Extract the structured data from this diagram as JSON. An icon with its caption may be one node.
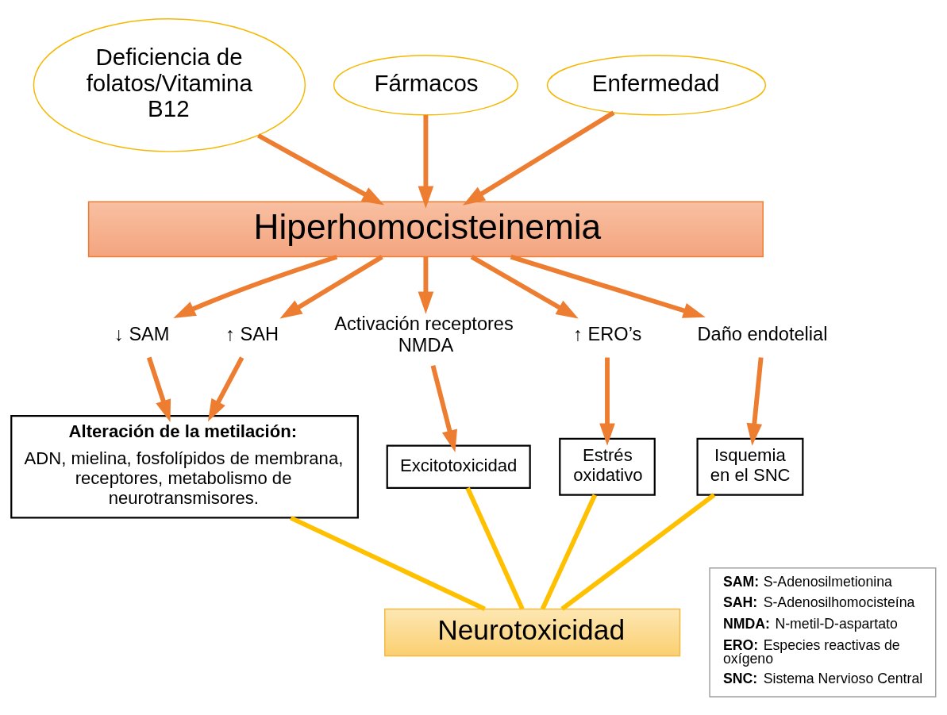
{
  "diagram": {
    "nodes": [
      {
        "text": [
          "Deficiencia de folatos/Vitamina B12"
        ]
      },
      {
        "text": [
          "Fármacos"
        ]
      },
      {
        "text": [
          "Enfermedad"
        ]
      },
      {
        "text": [
          "Hiperhomocisteinemia"
        ]
      },
      {
        "text": [
          "↓ SAM"
        ]
      },
      {
        "text": [
          "↑ SAH"
        ]
      },
      {
        "text": [
          "Activación receptores NMDA"
        ]
      },
      {
        "text": [
          "↑ ERO’s"
        ]
      },
      {
        "text": [
          "Daño endotelial"
        ]
      },
      {
        "text": [
          "Alteración de la metilación:",
          "ADN, mielina, fosfolípidos de membrana, receptores, metabolismo de neurotransmisores."
        ]
      },
      {
        "text": [
          "Excitotoxicidad"
        ]
      },
      {
        "text": [
          "Estrés oxidativo"
        ]
      },
      {
        "text": [
          "Isquemia en el SNC"
        ]
      },
      {
        "text": [
          "Neurotoxicidad"
        ]
      },
      {
        "text": [
          "**SAM:** S-Adenosilmetionina",
          "**SAH:** S-Adenosilhomocisteína",
          "**NMDA:** N-metil-D-aspartato",
          "**ERO:** Especies reactivas de oxígeno",
          "**SNC:** Sistema Nervioso Central"
        ]
      }
    ],
    "edges": [
      {
        "from": 0,
        "to": 3,
        "arrow": "to"
      },
      {
        "from": 1,
        "to": 3,
        "arrow": "to"
      },
      {
        "from": 2,
        "to": 3,
        "arrow": "to"
      },
      {
        "from": 3,
        "to": 4,
        "arrow": "to"
      },
      {
        "from": 3,
        "to": 5,
        "arrow": "to"
      },
      {
        "from": 3,
        "to": 6,
        "arrow": "to"
      },
      {
        "from": 3,
        "to": 7,
        "arrow": "to"
      },
      {
        "from": 3,
        "to": 8,
        "arrow": "to"
      },
      {
        "from": 4,
        "to": 9,
        "arrow": "to"
      },
      {
        "from": 5,
        "to": 9,
        "arrow": "to"
      },
      {
        "from": 6,
        "to": 10,
        "arrow": "to"
      },
      {
        "from": 7,
        "to": 11,
        "arrow": "to"
      },
      {
        "from": 8,
        "to": 12,
        "arrow": "to"
      },
      {
        "from": 9,
        "to": 13,
        "arrow": "none",
        "color": "#ffc000"
      },
      {
        "from": 10,
        "to": 13,
        "arrow": "none",
        "color": "#ffc000"
      },
      {
        "from": 11,
        "to": 13,
        "arrow": "none",
        "color": "#ffc000"
      },
      {
        "from": 12,
        "to": 13,
        "arrow": "none",
        "color": "#ffc000"
      }
    ]
  }
}
